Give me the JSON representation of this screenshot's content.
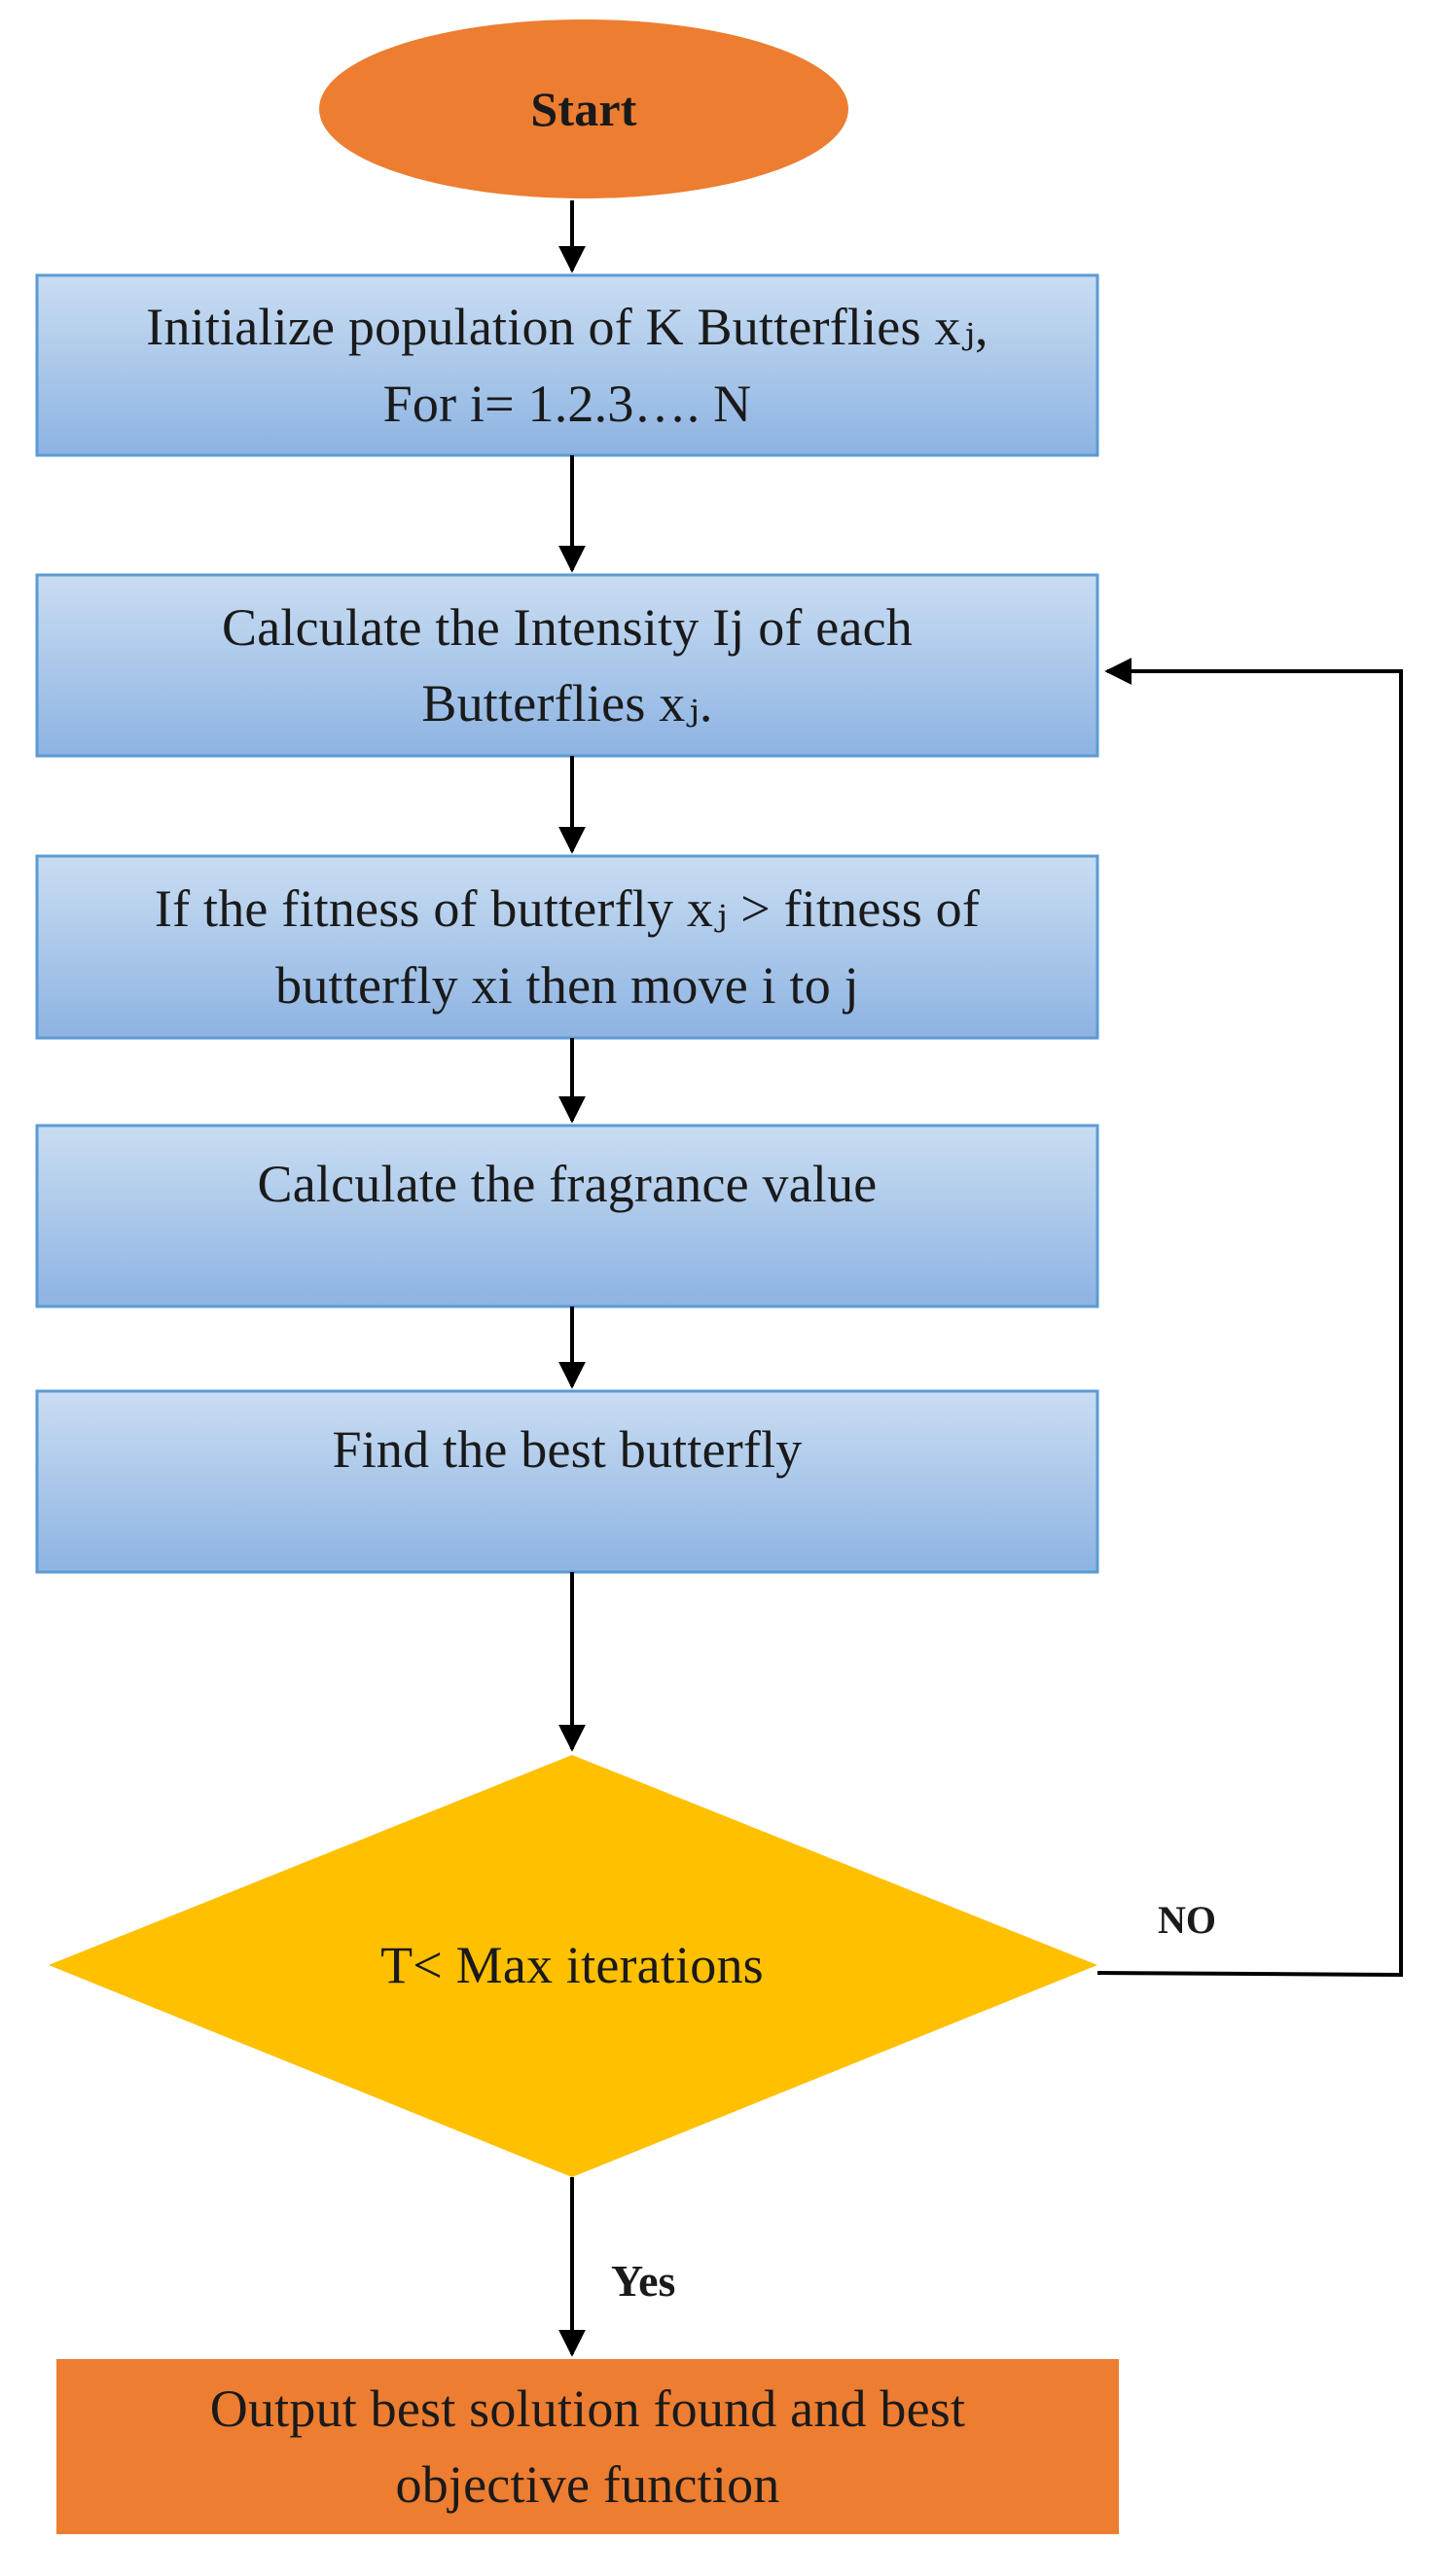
{
  "diagram": {
    "start": {
      "label": "Start"
    },
    "steps": [
      {
        "id": "init",
        "lines": [
          "Initialize population of K Butterflies xⱼ,",
          "For i= 1.2.3…. N"
        ]
      },
      {
        "id": "intensity",
        "lines": [
          "Calculate the Intensity Ij of each",
          "Butterflies xⱼ."
        ]
      },
      {
        "id": "fitness",
        "lines": [
          "If the fitness of butterfly xⱼ >  fitness of",
          "butterfly xi then move i to j"
        ]
      },
      {
        "id": "fragrance",
        "lines": [
          "Calculate the fragrance value"
        ]
      },
      {
        "id": "best",
        "lines": [
          "Find the best butterfly"
        ]
      }
    ],
    "decision": {
      "label": "T< Max iterations"
    },
    "edges": {
      "no_label": "NO",
      "yes_label": "Yes"
    },
    "end": {
      "lines": [
        "Output best solution found and best",
        "objective function"
      ]
    },
    "colors": {
      "start_fill": "#ED7D31",
      "step_fill_top": "#BDD7EE",
      "step_fill_bottom": "#8FB4E3",
      "step_border": "#5B9BD5",
      "decision_fill": "#FFC000",
      "end_fill": "#ED7D31",
      "line": "#000000"
    }
  }
}
